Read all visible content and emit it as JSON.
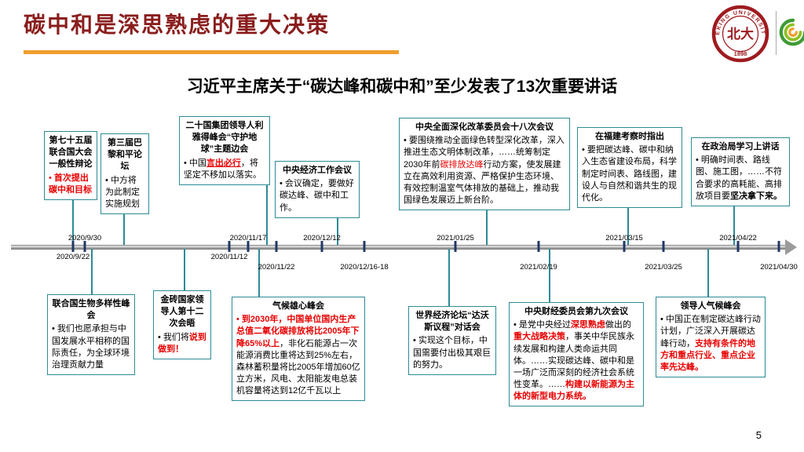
{
  "header": {
    "title": "碳中和是深思熟虑的重大决策",
    "page_number": "5",
    "logos": {
      "pku_arc_text": "PEKING UNIVERSITY",
      "pku_year": "1898",
      "pku_seal": "北大"
    }
  },
  "subtitle": "习近平主席关于“碳达峰和碳中和”至少发表了13次重要讲话",
  "colors": {
    "title_color": "#8a1d1d",
    "underline_color": "#efa02f",
    "box_border": "#2d8b97",
    "emphasis_red": "#e80000",
    "tick_color": "#203864",
    "timeline_gray": "#9a9a9a",
    "pku_red": "#9e1b20",
    "green_logo_green": "#3d9b35",
    "green_logo_lime": "#8fbf21",
    "green_logo_orange": "#f0a02f"
  },
  "timeline": {
    "dates": [
      {
        "label": "2020/9/22"
      },
      {
        "label": "2020/9/30"
      },
      {
        "label": "2020/11/12"
      },
      {
        "label": "2020/11/17"
      },
      {
        "label": "2020/11/22"
      },
      {
        "label": "2020/12/12"
      },
      {
        "label": "2020/12/16-18"
      },
      {
        "label": "2021/01/25"
      },
      {
        "label": "2021/02/19"
      },
      {
        "label": "2021/03/15"
      },
      {
        "label": "2021/03/25"
      },
      {
        "label": "2021/04/22"
      },
      {
        "label": "2021/04/30"
      }
    ],
    "events_above": [
      {
        "title": "第七十五届联合国大会一般性辩论",
        "body": [
          {
            "t": "• ",
            "c": "#e80000"
          },
          {
            "t": "首次提出碳中和目标",
            "c": "#e80000",
            "b": true
          }
        ]
      },
      {
        "title": "第三届巴黎和平论坛",
        "body": [
          {
            "t": "• "
          },
          {
            "t": "中方将为此制定实施规划"
          }
        ]
      },
      {
        "title": "二十国集团领导人利雅得峰会“守护地球”主题边会",
        "body": [
          {
            "t": "• "
          },
          {
            "t": "中国"
          },
          {
            "t": "言出必行",
            "c": "#e80000",
            "b": true,
            "u": true
          },
          {
            "t": "，将坚定不移加以落实。"
          }
        ]
      },
      {
        "title": "中央经济工作会议",
        "body": [
          {
            "t": "• "
          },
          {
            "t": "会议确定，要做好碳达峰、碳中和工作。"
          }
        ]
      },
      {
        "title": "中央全面深化改革委员会十八次会议",
        "body": [
          {
            "t": "• "
          },
          {
            "t": "要围绕推动全面绿色转型深化改革，深入推进生态文明体制改革，……统筹制定2030年前"
          },
          {
            "t": "碳排放达峰",
            "c": "#e80000"
          },
          {
            "t": "行动方案，使发展建立在高效利用资源、严格保护生态环境、有效控制温室气体排放的基础上，推动我国绿色发展迈上新台阶。"
          }
        ]
      },
      {
        "title": "在福建考察时指出",
        "body": [
          {
            "t": "• "
          },
          {
            "t": "要把碳达峰、碳中和纳入生态省建设布局，科学制定时间表、路线图，建设人与自然和谐共生的现代化。"
          }
        ]
      },
      {
        "title": "在政治局学习上讲话",
        "body": [
          {
            "t": "• "
          },
          {
            "t": "明确时间表、路线图、施工图，……不符合要求的高耗能、高排放项目要"
          },
          {
            "t": "坚决拿下来。",
            "b": true
          }
        ]
      }
    ],
    "events_below": [
      {
        "title": "联合国生物多样性峰会",
        "body": [
          {
            "t": "• "
          },
          {
            "t": "我们也愿承担与中国发展水平相称的国际责任，为全球环境治理贡献力量"
          }
        ]
      },
      {
        "title": "金砖国家领导人第十二次会晤",
        "body": [
          {
            "t": "• "
          },
          {
            "t": "我们将"
          },
          {
            "t": "说到做到！",
            "c": "#e80000",
            "b": true
          }
        ]
      },
      {
        "title": "气候雄心峰会",
        "body": [
          {
            "t": "• ",
            "c": "#e80000"
          },
          {
            "t": "到2030年，中国单位国内生产总值二氧化碳排放将比2005年下降65%以上",
            "c": "#e80000",
            "b": true
          },
          {
            "t": "，非化石能源占一次能源消费比重将达到25%左右，森林蓄积量将比2005年增加60亿立方米，风电、太阳能发电总装机容量将达到12亿千瓦以上"
          }
        ]
      },
      {
        "title": "世界经济论坛“达沃斯议程”对话会",
        "body": [
          {
            "t": "• "
          },
          {
            "t": "实现这个目标，中国需要付出极其艰巨的努力。"
          }
        ]
      },
      {
        "title": "中央财经委员会第九次会议",
        "body": [
          {
            "t": "• "
          },
          {
            "t": "是党中央经过"
          },
          {
            "t": "深思熟虑",
            "c": "#e80000",
            "b": true
          },
          {
            "t": "做出的"
          },
          {
            "t": "重大战略决策",
            "c": "#e80000",
            "b": true
          },
          {
            "t": "，事关中华民族永续发展和构建人类命运共同体。……实现碳达峰、碳中和是一场广泛而深刻的经济社会系统性变革。……"
          },
          {
            "t": "构建以新能源为主体的新型电力系统。",
            "c": "#e80000",
            "b": true
          }
        ]
      },
      {
        "title": "领导人气候峰会",
        "body": [
          {
            "t": "• "
          },
          {
            "t": "中国正在制定碳达峰行动计划，广泛深入开展碳达峰行动，"
          },
          {
            "t": "支持有条件的地方和重点行业、重点企业率先达峰。",
            "c": "#e80000",
            "b": true
          }
        ]
      }
    ]
  }
}
